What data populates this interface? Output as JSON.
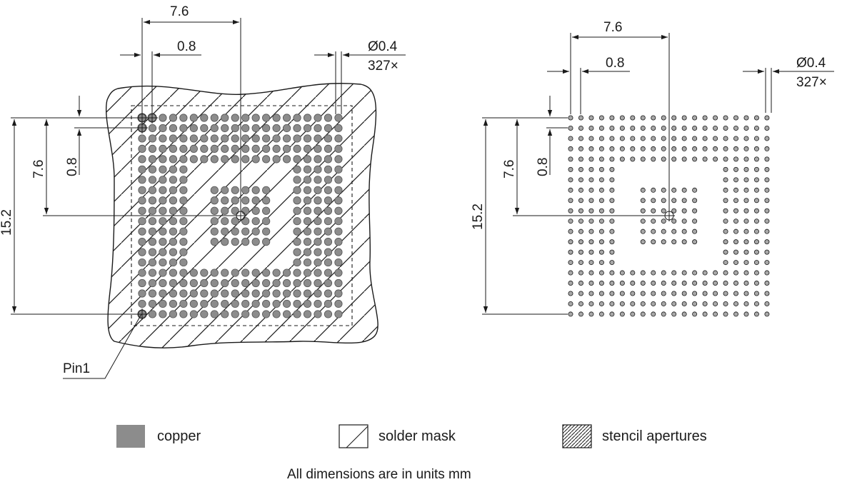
{
  "left_view": {
    "dim_top_pitch_span": "7.6",
    "dim_top_pitch": "0.8",
    "dim_drill": "Ø0.4",
    "dim_count": "327×",
    "dim_left_half": "7.6",
    "dim_left_pitch": "0.8",
    "dim_left_full": "15.2",
    "pin1_label": "Pin1"
  },
  "right_view": {
    "dim_top_pitch_span": "7.6",
    "dim_top_pitch": "0.8",
    "dim_drill": "Ø0.4",
    "dim_count": "327×",
    "dim_left_half": "7.6",
    "dim_left_pitch": "0.8",
    "dim_left_full": "15.2"
  },
  "legend": {
    "copper": "copper",
    "solder_mask": "solder mask",
    "stencil": "stencil apertures"
  },
  "footer": "All dimensions are in units mm",
  "colors": {
    "copper": "#8c8c8c",
    "stencil_pad": "#a8a8a8",
    "line": "#1a1a1a"
  },
  "pad_pattern": {
    "grid_columns": 20,
    "grid_rows": 20,
    "outer_ring_rows": 5,
    "center_block_size": 6,
    "total_pads": 327
  }
}
